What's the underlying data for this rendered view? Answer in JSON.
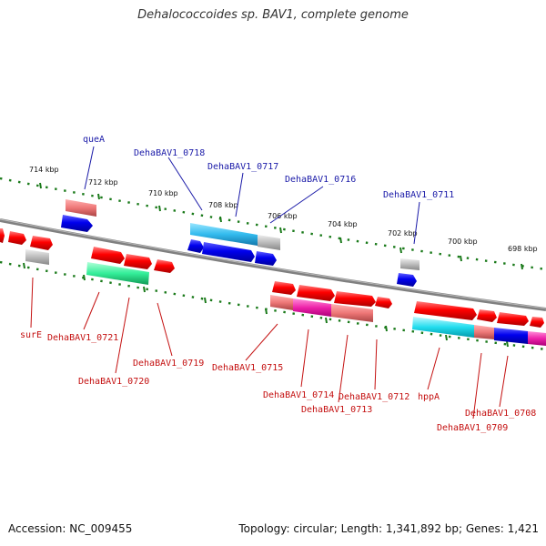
{
  "title": "Dehalococcoides sp. BAV1, complete genome",
  "accession": "Accession: NC_009455",
  "topology": "Topology: circular; Length: 1,341,892 bp; Genes: 1,421",
  "kbp_labels": [
    "714 kbp",
    "712 kbp",
    "710 kbp",
    "708 kbp",
    "706 kbp",
    "704 kbp",
    "702 kbp",
    "700 kbp",
    "698 kbp"
  ],
  "gene_labels_top": [
    "queA",
    "DehaBAV1_0718",
    "DehaBAV1_0717",
    "DehaBAV1_0716",
    "DehaBAV1_0711"
  ],
  "gene_labels_bottom": [
    "surE",
    "DehaBAV1_0721",
    "DehaBAV1_0720",
    "DehaBAV1_0719",
    "DehaBAV1_0715",
    "DehaBAV1_0714",
    "DehaBAV1_0713",
    "DehaBAV1_0712",
    "hppA",
    "DehaBAV1_0709",
    "DehaBAV1_0708"
  ],
  "colors": {
    "backbone": "#808080",
    "tick": "#1a7a1a",
    "forward": "#e00000",
    "reverse": "#0000dd",
    "rna_highlight": "#00e5e5",
    "cyan_bar": "#33bbee",
    "gray_bar": "#bbbbbb",
    "pink_bar": "#ee7777",
    "green_bar": "#33ee99",
    "magenta_bar": "#ee22aa",
    "label_top": "#1a1aa8",
    "label_bottom": "#c41010"
  }
}
